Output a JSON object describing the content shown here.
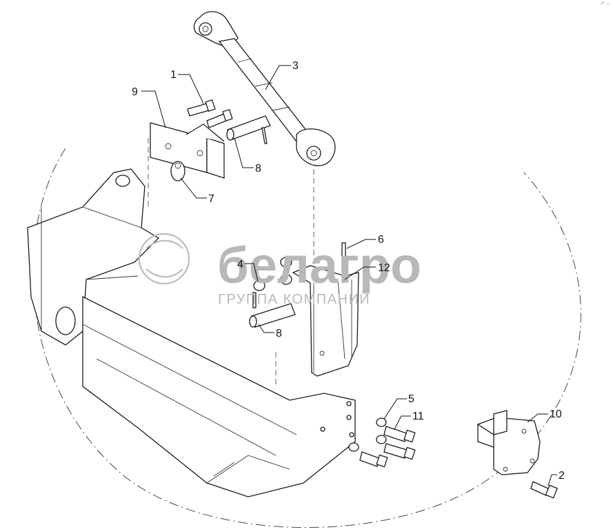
{
  "diagram": {
    "callouts": [
      {
        "id": "callout-1",
        "label": "1"
      },
      {
        "id": "callout-2",
        "label": "2"
      },
      {
        "id": "callout-3",
        "label": "3"
      },
      {
        "id": "callout-4",
        "label": "4"
      },
      {
        "id": "callout-5",
        "label": "5"
      },
      {
        "id": "callout-6",
        "label": "6"
      },
      {
        "id": "callout-7",
        "label": "7"
      },
      {
        "id": "callout-8a",
        "label": "8"
      },
      {
        "id": "callout-8b",
        "label": "8"
      },
      {
        "id": "callout-9",
        "label": "9"
      },
      {
        "id": "callout-10",
        "label": "10"
      },
      {
        "id": "callout-11",
        "label": "11"
      },
      {
        "id": "callout-12",
        "label": "12"
      }
    ],
    "watermark": {
      "brand": "белагро",
      "tagline": "ГРУППА КОМПАНИЙ"
    },
    "corner_mark": "↗ ↔"
  }
}
